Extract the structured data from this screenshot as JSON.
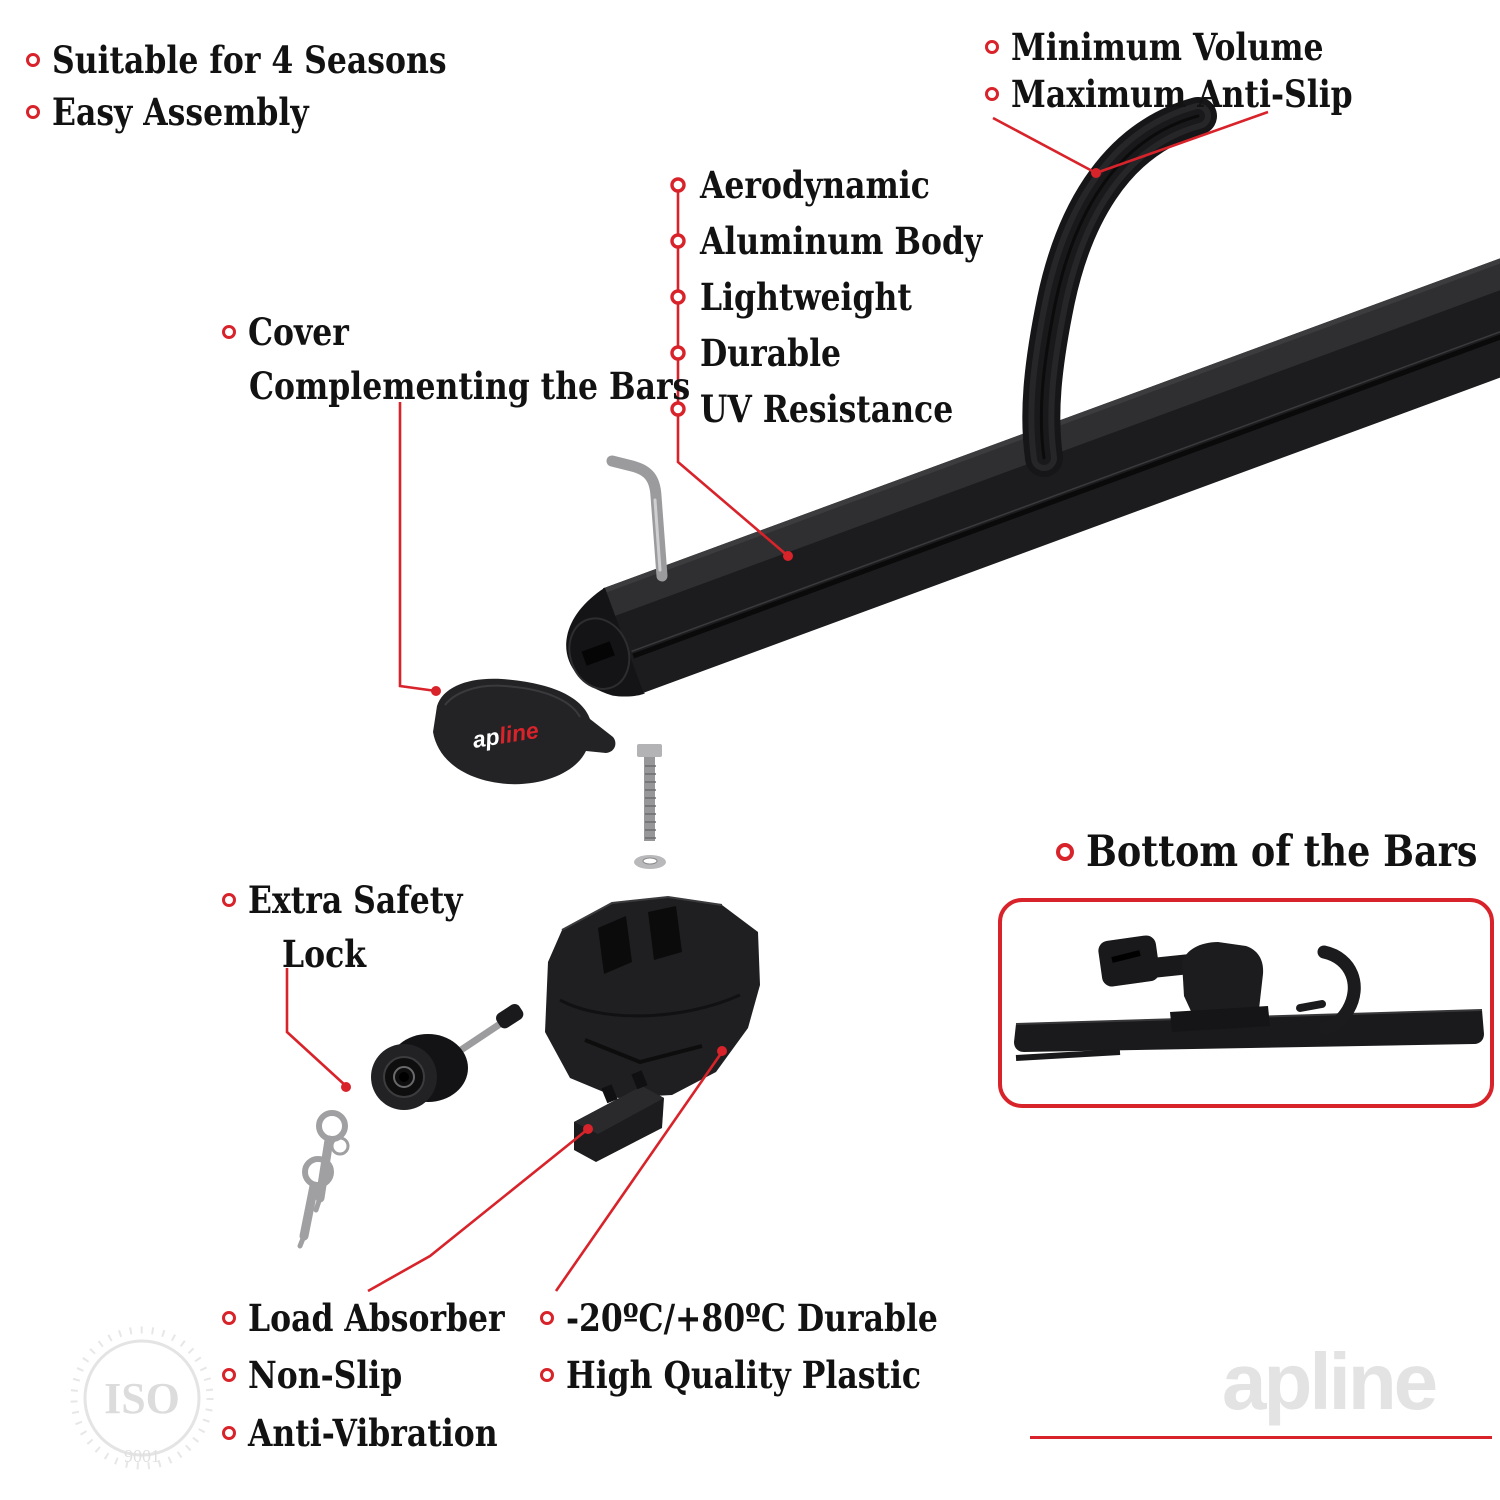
{
  "colors": {
    "accent": "#d8232a",
    "text": "#121212",
    "product_dark": "#1b1b1d",
    "product_mid": "#2e2e30",
    "metal": "#a6a6a8",
    "watermark_gray": "#e3e3e3",
    "background": "#ffffff"
  },
  "top_left": {
    "items": [
      {
        "label": "Suitable for 4 Seasons"
      },
      {
        "label": "Easy Assembly"
      }
    ]
  },
  "top_right": {
    "items": [
      {
        "label": "Minimum Volume"
      },
      {
        "label": "Maximum Anti-Slip"
      }
    ]
  },
  "features": {
    "items": [
      {
        "label": "Aerodynamic"
      },
      {
        "label": "Aluminum Body"
      },
      {
        "label": "Lightweight"
      },
      {
        "label": "Durable"
      },
      {
        "label": "UV Resistance"
      }
    ]
  },
  "cover_callout": {
    "line1": "Cover",
    "line2": "Complementing the Bars"
  },
  "lock_callout": {
    "line1": "Extra Safety",
    "line2": "Lock"
  },
  "bottom_bars_callout": {
    "label": "Bottom of the Bars"
  },
  "bottom_left": {
    "items": [
      {
        "label": "Load Absorber"
      },
      {
        "label": "Non-Slip"
      },
      {
        "label": "Anti-Vibration"
      }
    ]
  },
  "bottom_mid": {
    "items": [
      {
        "label": "-20ºC/+80ºC Durable"
      },
      {
        "label": "High Quality Plastic"
      }
    ]
  },
  "brand": {
    "logo_ap": "ap",
    "logo_line": "line",
    "watermark": "apline",
    "iso_label": "ISO",
    "iso_number": "9001"
  }
}
